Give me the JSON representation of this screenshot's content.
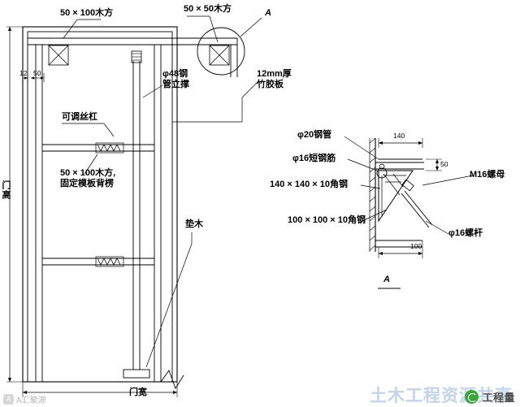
{
  "diagram": {
    "title_left": "",
    "labels": {
      "top_left_timber": "50 × 100木方",
      "top_center_timber": "50 × 50木方",
      "detail_marker_top": "A",
      "dim_12": "12",
      "dim_50": "50",
      "steel_pipe_prop": "φ48钢\n管立撑",
      "bamboo_plywood": "12mm厚\n竹胶板",
      "adjustable_screw": "可调丝杠",
      "timber_backing": "50 × 100木方,\n固定模板背楞",
      "pad_timber": "垫木",
      "door_height": "门高",
      "door_width": "门宽",
      "pipe_20": "φ20钢管",
      "short_rebar_16": "φ16短钢筋",
      "angle_steel_140": "140 × 140 × 10角钢",
      "angle_steel_100": "100 × 100 × 10角钢",
      "nut_m16": "M16螺母",
      "bolt_16": "φ16螺杆",
      "dim_140": "140",
      "dim_100": "100",
      "dim_50_right": "50",
      "detail_title": "A"
    }
  },
  "watermark": {
    "left_badge": "A",
    "left_text": "A汇聚源",
    "right_text": "工程量",
    "ghost_text": "土木工程资源共享"
  }
}
